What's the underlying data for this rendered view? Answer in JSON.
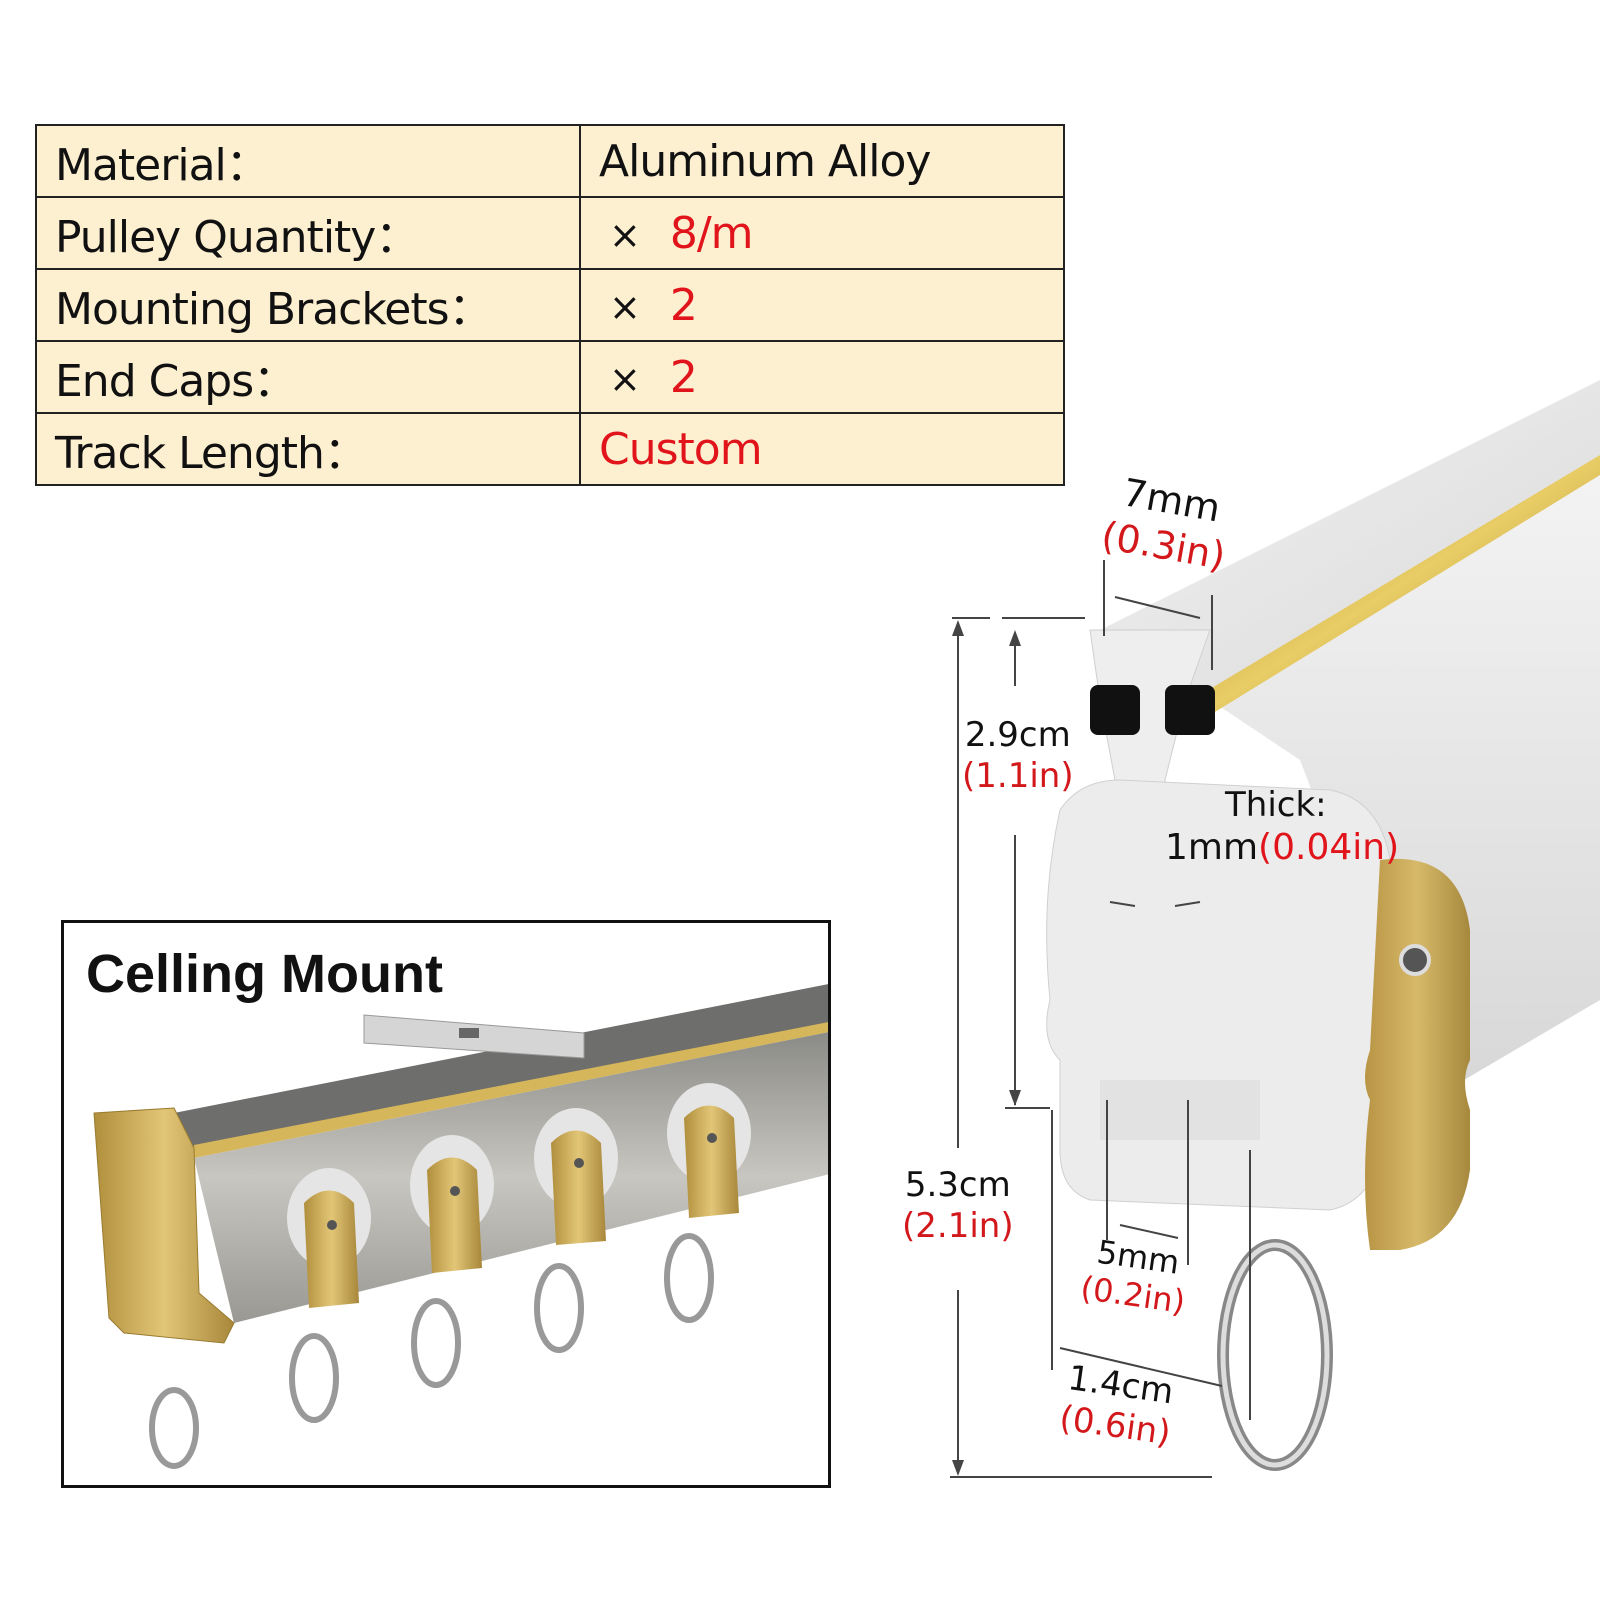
{
  "specs": {
    "rows": [
      {
        "label": "Material：",
        "prefix": "",
        "value": "Aluminum Alloy",
        "value_color": "#111111"
      },
      {
        "label": "Pulley Quantity：",
        "prefix": "×",
        "value": "8/m",
        "value_color": "#e0141a"
      },
      {
        "label": "Mounting Brackets：",
        "prefix": "×",
        "value": "2",
        "value_color": "#e0141a"
      },
      {
        "label": "End Caps：",
        "prefix": "×",
        "value": "2",
        "value_color": "#e0141a"
      },
      {
        "label": "Track Length：",
        "prefix": "",
        "value": "Custom",
        "value_color": "#e0141a"
      }
    ]
  },
  "inset": {
    "title": "Celling Mount"
  },
  "dimensions": {
    "top_width": {
      "main": "7mm",
      "sub": "(0.3in)"
    },
    "upper_height": {
      "main": "2.9cm",
      "sub": "(1.1in)"
    },
    "thickness": {
      "main": "Thick:",
      "value": "1mm",
      "sub": "(0.04in)"
    },
    "total_height": {
      "main": "5.3cm",
      "sub": "(2.1in)"
    },
    "slot_width": {
      "main": "5mm",
      "sub": "(0.2in)"
    },
    "hook_offset": {
      "main": "1.4cm",
      "sub": "(0.6in)"
    }
  },
  "colors": {
    "table_bg": "#fdf0d1",
    "accent_red": "#e0141a",
    "gold": "#c9a53a"
  }
}
